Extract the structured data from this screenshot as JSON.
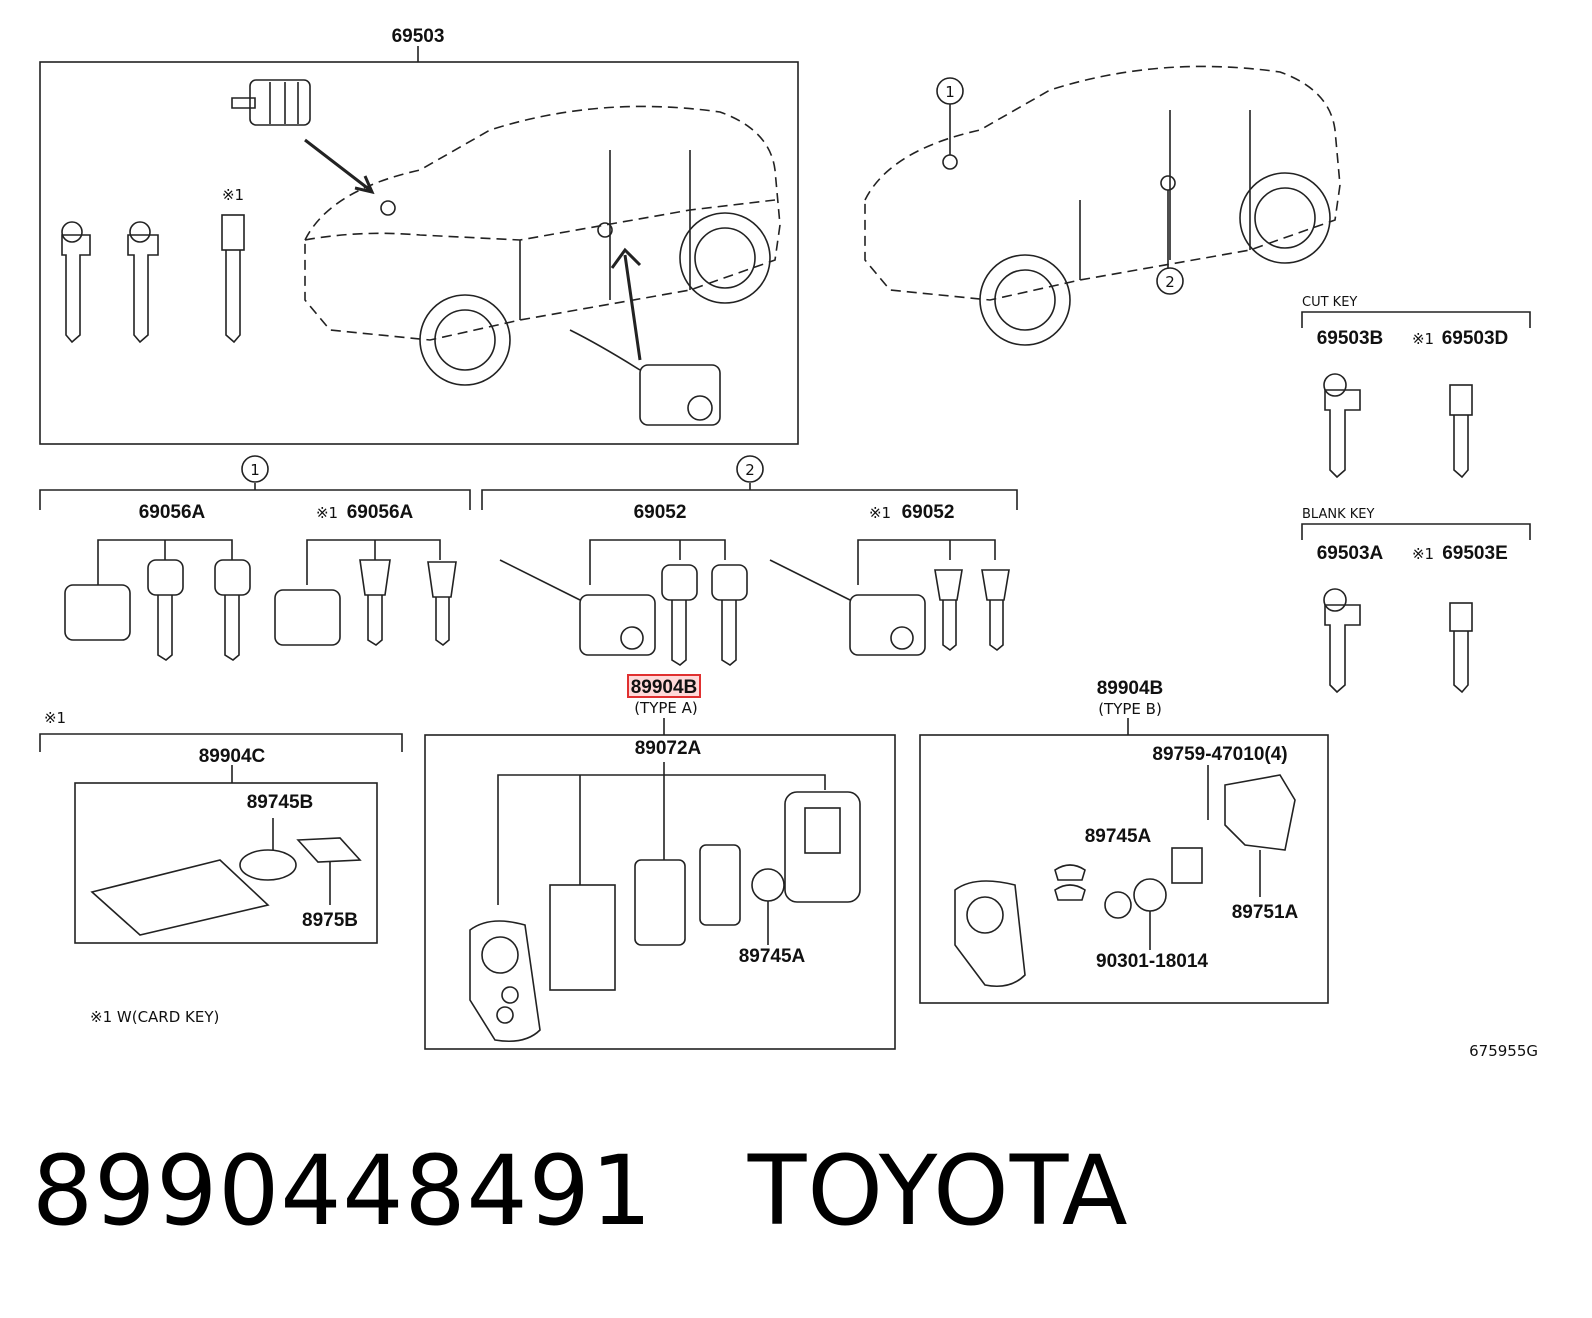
{
  "title": "69503",
  "circle_refs": {
    "one": "1",
    "two": "2"
  },
  "labels": {
    "cut_key": "CUT KEY",
    "blank_key": "BLANK KEY",
    "p69503B": "69503B",
    "p69503D": "69503D",
    "p69503A": "69503A",
    "p69503E": "69503E",
    "p69056A_1": "69056A",
    "p69056A_2": "69056A",
    "p69052_1": "69052",
    "p69052_2": "69052",
    "p89904B_a": "89904B",
    "type_a": "(TYPE A)",
    "p89904B_b": "89904B",
    "type_b": "(TYPE B)",
    "p89072A": "89072A",
    "p89904C": "89904C",
    "p89745B": "89745B",
    "p8975B": "8975B",
    "p89745A_a": "89745A",
    "p89745A_b": "89745A",
    "p89759": "89759-47010(4)",
    "p89751A": "89751A",
    "p90301": "90301-18014",
    "note_mark": "※1",
    "note_card": "※1 W(CARD KEY)",
    "fig_code": "675955G"
  },
  "highlight_color": "#e03030",
  "footer": {
    "part_number": "8990448491",
    "brand": "TOYOTA"
  }
}
